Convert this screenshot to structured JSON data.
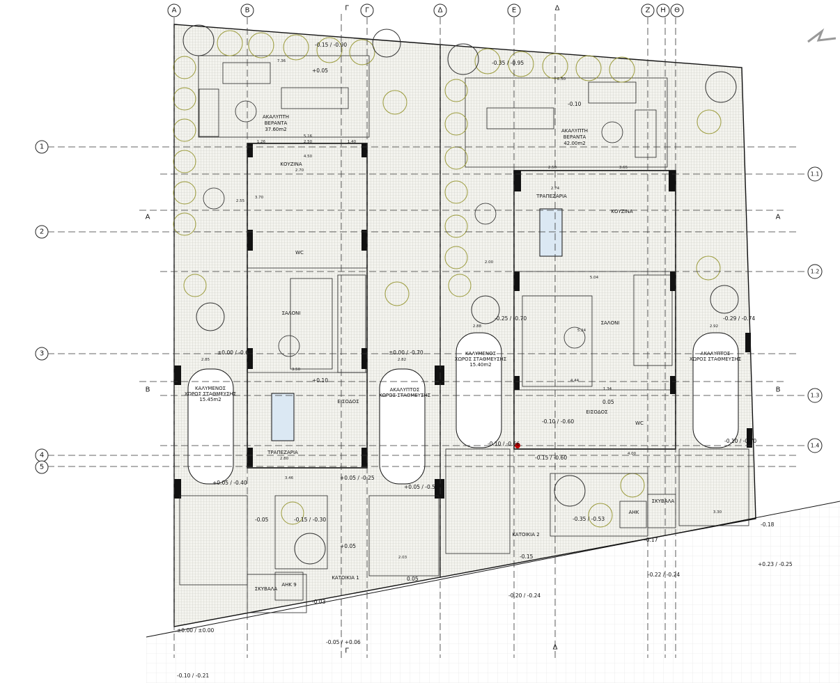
{
  "axes_top": [
    "Α",
    "Β",
    "Γ",
    "Δ",
    "Ε",
    "Ζ",
    "Η",
    "Θ"
  ],
  "axes_left": [
    "1",
    "2",
    "3",
    "4",
    "5"
  ],
  "axes_right": [
    "1.1",
    "1.2",
    "1.3",
    "1.4"
  ],
  "sections": {
    "a": "Α",
    "b": "Β",
    "g": "Γ",
    "d": "Δ"
  },
  "house1": {
    "veranda": [
      "ΑΚΑΛΥΠΤΗ",
      "ΒΕΡΑΝΤΑ",
      "37.60m2"
    ],
    "kitchen": "ΚΟΥΖΙΝΑ",
    "wc": "WC",
    "living": "ΣΑΛΟΝΙ",
    "dining": "ΤΡΑΠΕΖΑΡΙΑ",
    "entrance": "ΕΙΣΟΔΟΣ",
    "parking_covered": [
      "ΚΑΛΥΜΕΝΟΣ",
      "ΧΩΡΟΣ ΣΤΑΘΜΕΥΣΗΣ",
      "15.45m2"
    ],
    "parking_open": [
      "ΑΚΑΛΥΠΤΟΣ",
      "ΧΩΡΟΣ ΣΤΑΘΜΕΥΣΗΣ"
    ],
    "dwelling": "ΚΑΤΟΙΚΙΑ 1",
    "bins": "ΣΚΥΒΑΛΑ",
    "meter": "ΑΗΚ 9"
  },
  "house2": {
    "veranda": [
      "ΑΚΑΛΥΠΤΗ",
      "ΒΕΡΑΝΤΑ",
      "42.00m2"
    ],
    "kitchen": "ΚΟΥΖΙΝΑ",
    "wc": "WC",
    "living": "ΣΑΛΟΝΙ",
    "dining": "ΤΡΑΠΕΖΑΡΙΑ",
    "entrance": "ΕΙΣΟΔΟΣ",
    "parking_covered": [
      "ΚΑΛΥΜΕΝΟΣ",
      "ΧΩΡΟΣ ΣΤΑΘΜΕΥΣΗΣ",
      "15.40m2"
    ],
    "parking_open": [
      "ΑΚΑΛΥΠΤΟΣ",
      "ΧΩΡΟΣ ΣΤΑΘΜΕΥΣΗΣ"
    ],
    "dwelling": "ΚΑΤΟΙΚΙΑ 2",
    "bins": "ΣΚΥΒΑΛΑ",
    "meter": "ΑΗΚ"
  },
  "levels": [
    "-0.15 / -0.90",
    "+0.05",
    "-0.35 / -0.95",
    "-0.10",
    "±0.00 / -0.60",
    "±0.00 / -0.70",
    "+0.10",
    "+0.05 / -0.25",
    "-0.05",
    "-0.15 / -0.30",
    "+0.05",
    "-0.03",
    "±0.00 / ±0.00",
    "-0.05 / +0.06",
    "-0.10 / -0.21",
    "-0.25 / -0.70",
    "-0.29 / -0.74",
    "0.05",
    "-0.10 / -0.60",
    "-0.15 / -0.60",
    "-0.35 / -0.53",
    "-0.17",
    "-0.15",
    "0.05",
    "-0.20 / -0.24",
    "-0.22 / -0.24",
    "+0.23 / -0.25",
    "-0.18",
    "+0.05 / -0.40",
    "+0.05 / -0.58",
    "-0.10 / -0.66",
    "-0.10 / -0.70"
  ],
  "dims": [
    "7.36",
    "5.16",
    "1.26",
    "2.50",
    "1.40",
    "4.50",
    "2.70",
    "3.70",
    "2.55",
    "3.50",
    "2.80",
    "3.46",
    "8.50",
    "2.74",
    "2.50",
    "3.65",
    "2.00",
    "5.24",
    "4.44",
    "1.34",
    "4.00",
    "5.04",
    "2.85",
    "2.82",
    "2.88",
    "2.92",
    "2.03",
    "3.30"
  ],
  "colors": {
    "tree": "#9a9a3a",
    "hatch": "#cfcfcf",
    "glass": "#dbe8f3",
    "marker": "#c00000"
  }
}
